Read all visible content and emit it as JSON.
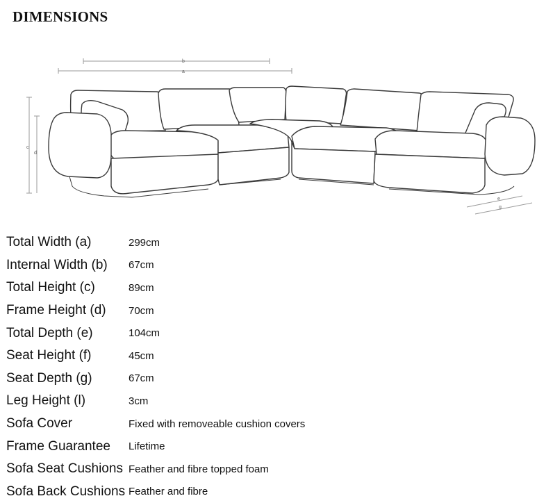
{
  "page": {
    "title": "DIMENSIONS"
  },
  "diagram": {
    "dimension_letters": [
      "b",
      "a",
      "c",
      "d",
      "e",
      "g"
    ],
    "line_color": "#3a3a3a",
    "guide_color": "#9a9a9a"
  },
  "specs": [
    {
      "label": "Total Width (a)",
      "value": "299cm"
    },
    {
      "label": "Internal Width (b)",
      "value": "67cm"
    },
    {
      "label": "Total Height (c)",
      "value": "89cm"
    },
    {
      "label": "Frame Height (d)",
      "value": "70cm"
    },
    {
      "label": "Total Depth (e)",
      "value": "104cm"
    },
    {
      "label": "Seat Height (f)",
      "value": "45cm"
    },
    {
      "label": "Seat Depth (g)",
      "value": "67cm"
    },
    {
      "label": "Leg Height (l)",
      "value": "3cm"
    },
    {
      "label": "Sofa Cover",
      "value": "Fixed with removeable cushion covers"
    },
    {
      "label": "Frame Guarantee",
      "value": "Lifetime"
    },
    {
      "label": "Sofa Seat Cushions",
      "value": "Feather and fibre topped foam"
    },
    {
      "label": "Sofa Back Cushions",
      "value": "Feather and fibre"
    }
  ]
}
